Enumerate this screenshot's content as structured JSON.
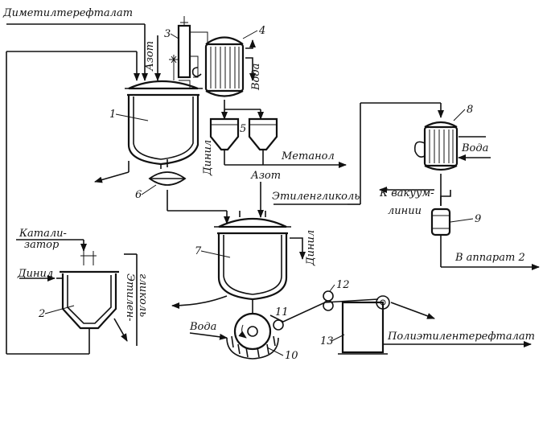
{
  "labels": {
    "dmt": "Диметилтерефталат",
    "azot_top": "Азот",
    "voda_cond": "Вода",
    "dinil_1": "Динил",
    "metanol": "Метанол",
    "azot_mid": "Азот",
    "etilenglikol_top": "Этиленгликоль",
    "k_vakuum": "К вакуум-",
    "linii": "линии",
    "voda_8": "Вода",
    "v_apparat": "В аппарат 2",
    "katalizator_1": "Катали-",
    "katalizator_2": "затор",
    "dinil_2": "Динил",
    "etilen_1": "Этилен-",
    "etilen_2": "гликоль",
    "dinil_7": "Динил",
    "voda_10": "Вода",
    "pet": "Полиэтилентерефталат"
  },
  "numbers": {
    "n1": "1",
    "n2": "2",
    "n3": "3",
    "n4": "4",
    "n5": "5",
    "n6": "6",
    "n7": "7",
    "n8": "8",
    "n9": "9",
    "n10": "10",
    "n11": "11",
    "n12": "12",
    "n13": "13"
  }
}
